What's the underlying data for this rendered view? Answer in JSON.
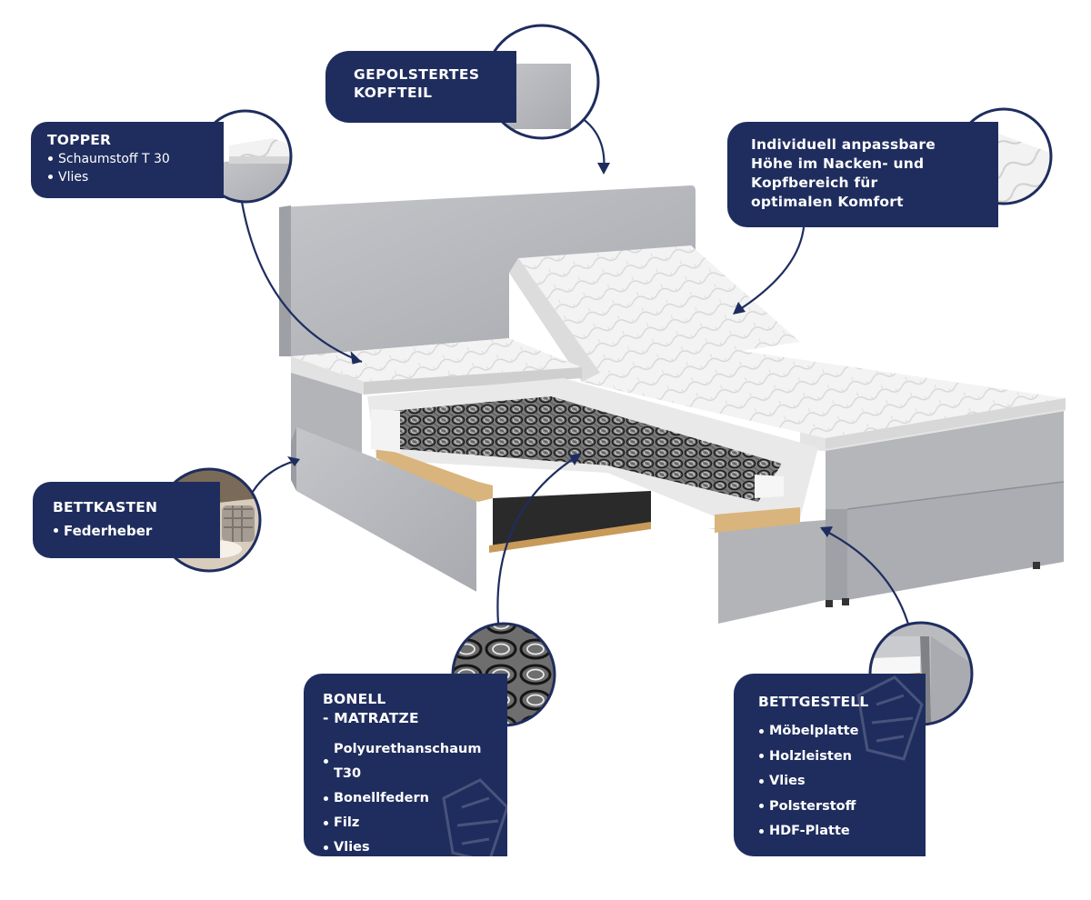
{
  "colors": {
    "navy": "#1f2d5e",
    "upholstery": "#b6b8bc",
    "upholstery_dark": "#9a9ca1",
    "mattress_white": "#f1f1f1",
    "wood": "#d8b27a",
    "background": "#ffffff"
  },
  "callouts": {
    "topper": {
      "title": "TOPPER",
      "items": [
        "Schaumstoff  T 30",
        "Vlies"
      ],
      "icon": "topper-closeup-icon"
    },
    "kopfteil": {
      "title": "GEPOLSTERTES\nKOPFTEIL",
      "icon": "fabric-closeup-icon"
    },
    "nacken": {
      "title": "Individuell anpassbare\nHöhe im Nacken- und\nKopfbereich für\noptimalen Komfort",
      "icon": "raised-topper-closeup-icon"
    },
    "bettkasten": {
      "title": "BETTKASTEN",
      "items": [
        "Federheber"
      ],
      "icon": "storage-box-photo-icon"
    },
    "bonell": {
      "title": "BONELL\n- MATRATZE",
      "items": [
        "Polyurethanschaum T30",
        "Bonellfedern",
        "Filz",
        "Vlies"
      ],
      "icon": "springs-closeup-icon"
    },
    "bettgestell": {
      "title": "BETTGESTELL",
      "items": [
        "Möbelplatte",
        "Holzleisten",
        "Vlies",
        "Polsterstoff",
        "HDF-Platte"
      ],
      "icon": "frame-corner-closeup-icon"
    }
  }
}
